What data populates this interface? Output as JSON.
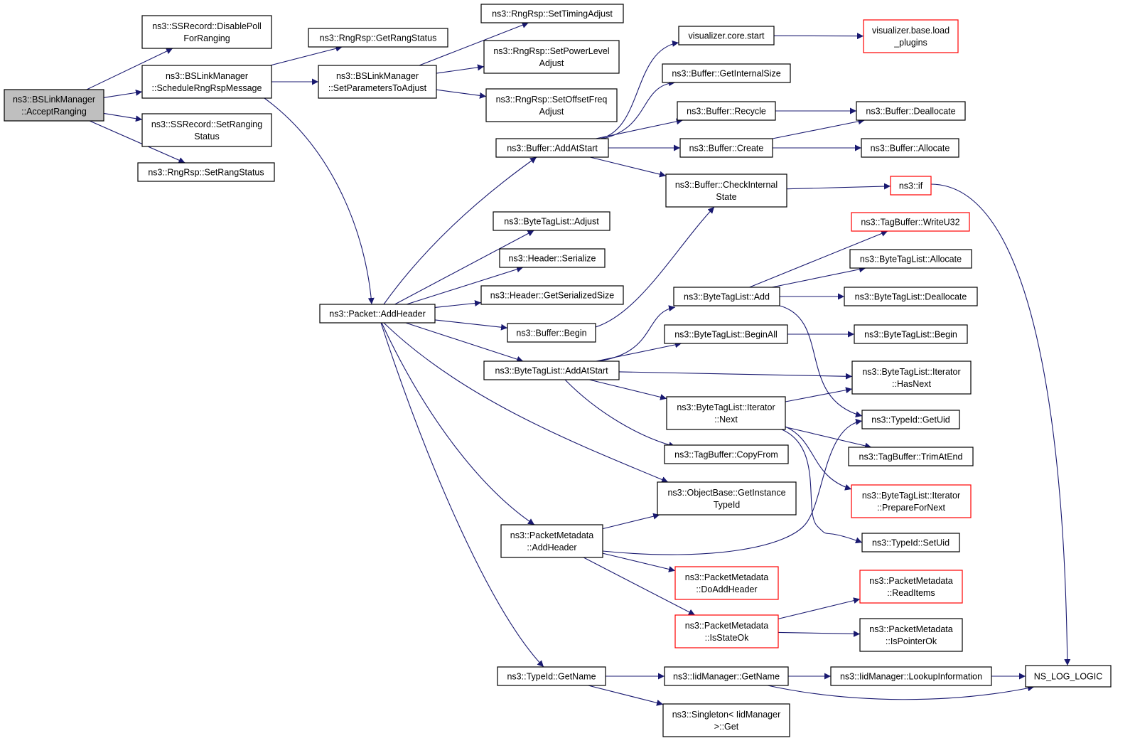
{
  "colors": {
    "edge": "#191970",
    "node_border": "#000000",
    "node_fill": "#ffffff",
    "root_fill": "#bfbfbf",
    "truncated_border": "#ff0000"
  },
  "nodes": [
    {
      "id": "accept",
      "lines": [
        "ns3::BSLinkManager",
        "::AcceptRanging"
      ],
      "style": "root"
    },
    {
      "id": "disablepoll",
      "lines": [
        "ns3::SSRecord::DisablePoll",
        "ForRanging"
      ],
      "style": "normal"
    },
    {
      "id": "schedule",
      "lines": [
        "ns3::BSLinkManager",
        "::ScheduleRngRspMessage"
      ],
      "style": "normal"
    },
    {
      "id": "setrangingstatus",
      "lines": [
        "ns3::SSRecord::SetRanging",
        "Status"
      ],
      "style": "normal"
    },
    {
      "id": "setrangstatus",
      "lines": [
        "ns3::RngRsp::SetRangStatus"
      ],
      "style": "normal"
    },
    {
      "id": "getrangstatus",
      "lines": [
        "ns3::RngRsp::GetRangStatus"
      ],
      "style": "normal"
    },
    {
      "id": "setparams",
      "lines": [
        "ns3::BSLinkManager",
        "::SetParametersToAdjust"
      ],
      "style": "normal"
    },
    {
      "id": "settiming",
      "lines": [
        "ns3::RngRsp::SetTimingAdjust"
      ],
      "style": "normal"
    },
    {
      "id": "setpower",
      "lines": [
        "ns3::RngRsp::SetPowerLevel",
        "Adjust"
      ],
      "style": "normal"
    },
    {
      "id": "setoffset",
      "lines": [
        "ns3::RngRsp::SetOffsetFreq",
        "Adjust"
      ],
      "style": "normal"
    },
    {
      "id": "addheader",
      "lines": [
        "ns3::Packet::AddHeader"
      ],
      "style": "normal"
    },
    {
      "id": "buf_addatstart",
      "lines": [
        "ns3::Buffer::AddAtStart"
      ],
      "style": "normal"
    },
    {
      "id": "btl_adjust",
      "lines": [
        "ns3::ByteTagList::Adjust"
      ],
      "style": "normal"
    },
    {
      "id": "hdr_serialize",
      "lines": [
        "ns3::Header::Serialize"
      ],
      "style": "normal"
    },
    {
      "id": "hdr_getsize",
      "lines": [
        "ns3::Header::GetSerializedSize"
      ],
      "style": "normal"
    },
    {
      "id": "buf_begin",
      "lines": [
        "ns3::Buffer::Begin"
      ],
      "style": "normal"
    },
    {
      "id": "btl_addatstart",
      "lines": [
        "ns3::ByteTagList::AddAtStart"
      ],
      "style": "normal"
    },
    {
      "id": "pm_addheader",
      "lines": [
        "ns3::PacketMetadata",
        "::AddHeader"
      ],
      "style": "normal"
    },
    {
      "id": "typeid_getname",
      "lines": [
        "ns3::TypeId::GetName"
      ],
      "style": "normal"
    },
    {
      "id": "viz_start",
      "lines": [
        "visualizer.core.start"
      ],
      "style": "normal"
    },
    {
      "id": "viz_load",
      "lines": [
        "visualizer.base.load",
        "_plugins"
      ],
      "style": "truncated"
    },
    {
      "id": "buf_getinternalsize",
      "lines": [
        "ns3::Buffer::GetInternalSize"
      ],
      "style": "normal"
    },
    {
      "id": "buf_recycle",
      "lines": [
        "ns3::Buffer::Recycle"
      ],
      "style": "normal"
    },
    {
      "id": "buf_deallocate",
      "lines": [
        "ns3::Buffer::Deallocate"
      ],
      "style": "normal"
    },
    {
      "id": "buf_create",
      "lines": [
        "ns3::Buffer::Create"
      ],
      "style": "normal"
    },
    {
      "id": "buf_allocate",
      "lines": [
        "ns3::Buffer::Allocate"
      ],
      "style": "normal"
    },
    {
      "id": "buf_checkinternal",
      "lines": [
        "ns3::Buffer::CheckInternal",
        "State"
      ],
      "style": "normal"
    },
    {
      "id": "ns3_if",
      "lines": [
        "ns3::if"
      ],
      "style": "truncated"
    },
    {
      "id": "tb_writeu32",
      "lines": [
        "ns3::TagBuffer::WriteU32"
      ],
      "style": "truncated"
    },
    {
      "id": "btl_allocate",
      "lines": [
        "ns3::ByteTagList::Allocate"
      ],
      "style": "normal"
    },
    {
      "id": "btl_add",
      "lines": [
        "ns3::ByteTagList::Add"
      ],
      "style": "normal"
    },
    {
      "id": "btl_deallocate",
      "lines": [
        "ns3::ByteTagList::Deallocate"
      ],
      "style": "normal"
    },
    {
      "id": "btl_beginall",
      "lines": [
        "ns3::ByteTagList::BeginAll"
      ],
      "style": "normal"
    },
    {
      "id": "btl_begin",
      "lines": [
        "ns3::ByteTagList::Begin"
      ],
      "style": "normal"
    },
    {
      "id": "btl_it_hasnext",
      "lines": [
        "ns3::ByteTagList::Iterator",
        "::HasNext"
      ],
      "style": "normal"
    },
    {
      "id": "btl_it_next",
      "lines": [
        "ns3::ByteTagList::Iterator",
        "::Next"
      ],
      "style": "normal"
    },
    {
      "id": "typeid_getuid",
      "lines": [
        "ns3::TypeId::GetUid"
      ],
      "style": "normal"
    },
    {
      "id": "tb_copyfrom",
      "lines": [
        "ns3::TagBuffer::CopyFrom"
      ],
      "style": "normal"
    },
    {
      "id": "tb_trimatend",
      "lines": [
        "ns3::TagBuffer::TrimAtEnd"
      ],
      "style": "normal"
    },
    {
      "id": "ob_getinstance",
      "lines": [
        "ns3::ObjectBase::GetInstance",
        "TypeId"
      ],
      "style": "normal"
    },
    {
      "id": "btl_it_prepare",
      "lines": [
        "ns3::ByteTagList::Iterator",
        "::PrepareForNext"
      ],
      "style": "truncated"
    },
    {
      "id": "typeid_setuid",
      "lines": [
        "ns3::TypeId::SetUid"
      ],
      "style": "normal"
    },
    {
      "id": "pm_doaddheader",
      "lines": [
        "ns3::PacketMetadata",
        "::DoAddHeader"
      ],
      "style": "truncated"
    },
    {
      "id": "pm_readitems",
      "lines": [
        "ns3::PacketMetadata",
        "::ReadItems"
      ],
      "style": "truncated"
    },
    {
      "id": "pm_isstateok",
      "lines": [
        "ns3::PacketMetadata",
        "::IsStateOk"
      ],
      "style": "truncated"
    },
    {
      "id": "pm_ispointerok",
      "lines": [
        "ns3::PacketMetadata",
        "::IsPointerOk"
      ],
      "style": "normal"
    },
    {
      "id": "iid_getname",
      "lines": [
        "ns3::IidManager::GetName"
      ],
      "style": "normal"
    },
    {
      "id": "iid_lookup",
      "lines": [
        "ns3::IidManager::LookupInformation"
      ],
      "style": "normal"
    },
    {
      "id": "ns_log_logic",
      "lines": [
        "NS_LOG_LOGIC"
      ],
      "style": "normal"
    },
    {
      "id": "singleton_get",
      "lines": [
        "ns3::Singleton< IidManager",
        ">::Get"
      ],
      "style": "normal"
    }
  ],
  "edges": [
    [
      "accept",
      "disablepoll"
    ],
    [
      "accept",
      "schedule"
    ],
    [
      "accept",
      "setrangingstatus"
    ],
    [
      "accept",
      "setrangstatus"
    ],
    [
      "schedule",
      "getrangstatus"
    ],
    [
      "schedule",
      "setparams"
    ],
    [
      "schedule",
      "addheader"
    ],
    [
      "setparams",
      "settiming"
    ],
    [
      "setparams",
      "setpower"
    ],
    [
      "setparams",
      "setoffset"
    ],
    [
      "addheader",
      "buf_addatstart"
    ],
    [
      "addheader",
      "btl_adjust"
    ],
    [
      "addheader",
      "hdr_serialize"
    ],
    [
      "addheader",
      "hdr_getsize"
    ],
    [
      "addheader",
      "buf_begin"
    ],
    [
      "addheader",
      "btl_addatstart"
    ],
    [
      "addheader",
      "ob_getinstance"
    ],
    [
      "addheader",
      "pm_addheader"
    ],
    [
      "addheader",
      "typeid_getname"
    ],
    [
      "buf_addatstart",
      "viz_start"
    ],
    [
      "buf_addatstart",
      "buf_getinternalsize"
    ],
    [
      "buf_addatstart",
      "buf_recycle"
    ],
    [
      "buf_addatstart",
      "buf_create"
    ],
    [
      "buf_addatstart",
      "buf_checkinternal"
    ],
    [
      "viz_start",
      "viz_load"
    ],
    [
      "buf_recycle",
      "buf_deallocate"
    ],
    [
      "buf_create",
      "buf_deallocate"
    ],
    [
      "buf_create",
      "buf_allocate"
    ],
    [
      "buf_checkinternal",
      "ns3_if"
    ],
    [
      "ns3_if",
      "ns_log_logic"
    ],
    [
      "buf_begin",
      "buf_checkinternal"
    ],
    [
      "btl_addatstart",
      "btl_add"
    ],
    [
      "btl_addatstart",
      "btl_beginall"
    ],
    [
      "btl_addatstart",
      "btl_it_hasnext"
    ],
    [
      "btl_addatstart",
      "btl_it_next"
    ],
    [
      "btl_addatstart",
      "tb_copyfrom"
    ],
    [
      "btl_add",
      "tb_writeu32"
    ],
    [
      "btl_add",
      "btl_allocate"
    ],
    [
      "btl_add",
      "btl_deallocate"
    ],
    [
      "btl_add",
      "typeid_getuid"
    ],
    [
      "btl_beginall",
      "btl_begin"
    ],
    [
      "btl_it_next",
      "btl_it_hasnext"
    ],
    [
      "btl_it_next",
      "tb_trimatend"
    ],
    [
      "btl_it_next",
      "btl_it_prepare"
    ],
    [
      "btl_it_next",
      "typeid_setuid"
    ],
    [
      "pm_addheader",
      "ob_getinstance"
    ],
    [
      "pm_addheader",
      "typeid_getuid"
    ],
    [
      "pm_addheader",
      "pm_doaddheader"
    ],
    [
      "pm_addheader",
      "pm_isstateok"
    ],
    [
      "pm_isstateok",
      "pm_readitems"
    ],
    [
      "pm_isstateok",
      "pm_ispointerok"
    ],
    [
      "typeid_getname",
      "iid_getname"
    ],
    [
      "typeid_getname",
      "singleton_get"
    ],
    [
      "iid_getname",
      "iid_lookup"
    ],
    [
      "iid_getname",
      "ns_log_logic"
    ],
    [
      "iid_lookup",
      "ns_log_logic"
    ]
  ]
}
